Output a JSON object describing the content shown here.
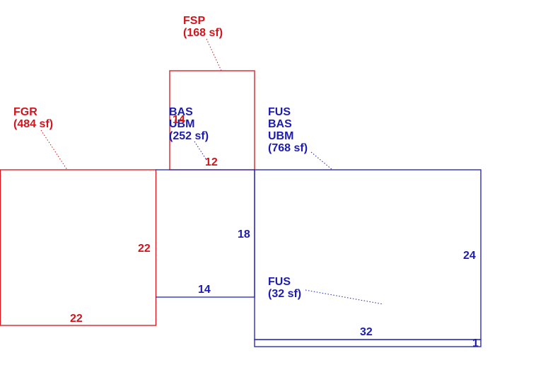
{
  "colors": {
    "red": "#d4141c",
    "blue": "#1c1cb4",
    "background": "#ffffff"
  },
  "areas": [
    {
      "id": "fsp",
      "color": "red",
      "lines": [
        "FSP",
        "(168 sf)"
      ]
    },
    {
      "id": "fgr",
      "color": "red",
      "lines": [
        "FGR",
        "(484 sf)"
      ]
    },
    {
      "id": "bas_ubm_252",
      "color": "blue",
      "lines": [
        "BAS",
        "UBM",
        "(252 sf)"
      ]
    },
    {
      "id": "fus_bas_ubm_768",
      "color": "blue",
      "lines": [
        "FUS",
        "BAS",
        "UBM",
        "(768 sf)"
      ]
    },
    {
      "id": "fus_32",
      "color": "blue",
      "lines": [
        "FUS",
        "(32 sf)"
      ]
    }
  ],
  "dimensions": [
    {
      "id": "fsp_side",
      "color": "red",
      "value": "14"
    },
    {
      "id": "fsp_bottom",
      "color": "red",
      "value": "12"
    },
    {
      "id": "fgr_right",
      "color": "red",
      "value": "22"
    },
    {
      "id": "fgr_bottom",
      "color": "red",
      "value": "22"
    },
    {
      "id": "bas_right",
      "color": "blue",
      "value": "18"
    },
    {
      "id": "bas_bottom",
      "color": "blue",
      "value": "14"
    },
    {
      "id": "main_right",
      "color": "blue",
      "value": "24"
    },
    {
      "id": "main_bottom",
      "color": "blue",
      "value": "32"
    },
    {
      "id": "strip_end",
      "color": "blue",
      "value": "1"
    }
  ]
}
